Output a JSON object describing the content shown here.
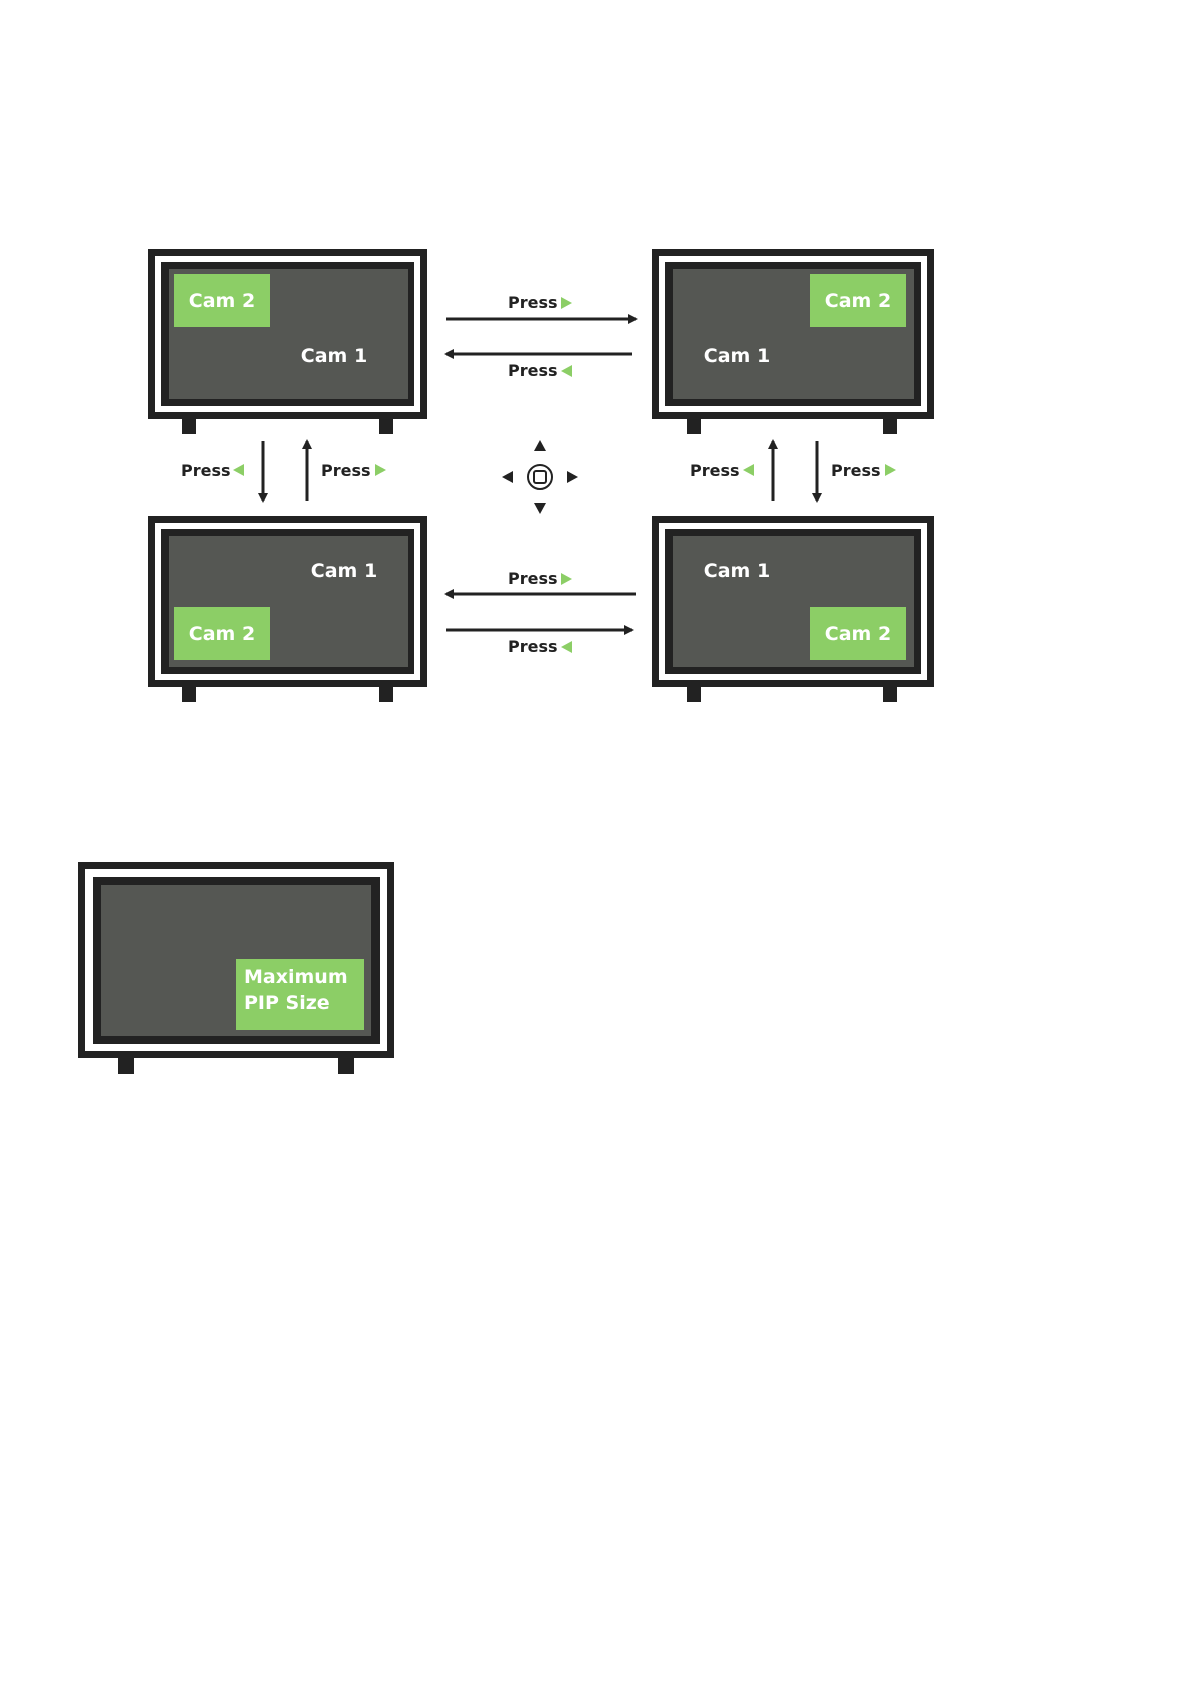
{
  "colors": {
    "frame": "#222222",
    "screen": "#555753",
    "pip": "#8cce66",
    "tri": "#8cce66"
  },
  "icons": {
    "right_triangle": "green-right-triangle-icon",
    "left_triangle": "green-left-triangle-icon",
    "dpad": "dpad-icon"
  },
  "monitors": {
    "top_left": {
      "pip_label": "Cam 2",
      "main_label": "Cam 1"
    },
    "top_right": {
      "pip_label": "Cam 2",
      "main_label": "Cam 1"
    },
    "bottom_left": {
      "pip_label": "Cam 2",
      "main_label": "Cam 1"
    },
    "bottom_right": {
      "pip_label": "Cam 2",
      "main_label": "Cam 1"
    }
  },
  "transitions": {
    "tl_to_tr": "Press",
    "tr_to_tl": "Press",
    "br_to_bl": "Press",
    "bl_to_br": "Press",
    "tl_to_bl": "Press",
    "bl_to_tl": "Press",
    "tr_to_br": "Press",
    "br_to_tr": "Press"
  },
  "pip_size": {
    "line1": "Maximum",
    "line2": "PIP Size"
  }
}
